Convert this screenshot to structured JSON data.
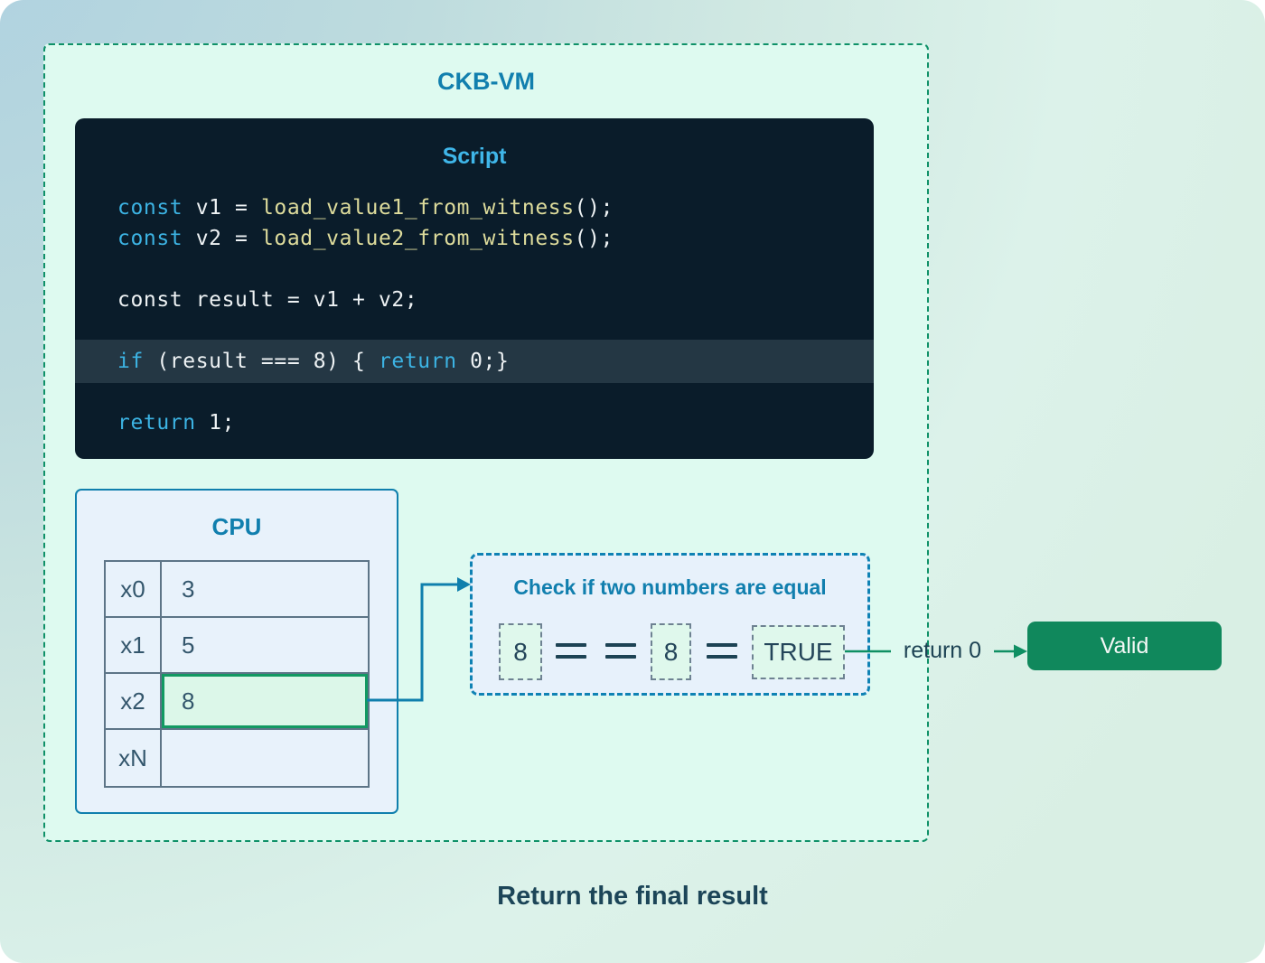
{
  "page": {
    "vm_title": "CKB-VM",
    "caption": "Return the final result"
  },
  "script_block": {
    "title": "Script",
    "lines": [
      {
        "highlight": false,
        "tokens": [
          {
            "text": "const",
            "type": "kw"
          },
          {
            "text": " v1 = ",
            "type": "plain"
          },
          {
            "text": "load_value1_from_witness",
            "type": "fn"
          },
          {
            "text": "();",
            "type": "plain"
          }
        ]
      },
      {
        "highlight": false,
        "tokens": [
          {
            "text": "const",
            "type": "kw"
          },
          {
            "text": " v2 = ",
            "type": "plain"
          },
          {
            "text": "load_value2_from_witness",
            "type": "fn"
          },
          {
            "text": "();",
            "type": "plain"
          }
        ]
      },
      {
        "blank": true
      },
      {
        "highlight": false,
        "tokens": [
          {
            "text": "const result = v1 + v2;",
            "type": "plain"
          }
        ]
      },
      {
        "blank": true
      },
      {
        "highlight": true,
        "tokens": [
          {
            "text": "if",
            "type": "kw"
          },
          {
            "text": " (result === 8) { ",
            "type": "plain"
          },
          {
            "text": "return",
            "type": "kw"
          },
          {
            "text": " 0;}",
            "type": "plain"
          }
        ]
      },
      {
        "blank": true
      },
      {
        "highlight": false,
        "tokens": [
          {
            "text": "return",
            "type": "kw"
          },
          {
            "text": " 1;",
            "type": "plain"
          }
        ]
      }
    ]
  },
  "cpu": {
    "title": "CPU",
    "registers": [
      {
        "name": "x0",
        "value": "3",
        "highlight": false
      },
      {
        "name": "x1",
        "value": "5",
        "highlight": false
      },
      {
        "name": "x2",
        "value": "8",
        "highlight": true
      },
      {
        "name": "xN",
        "value": "",
        "highlight": false
      }
    ]
  },
  "check": {
    "title": "Check if two numbers are equal",
    "left_operand": "8",
    "right_operand": "8",
    "result": "TRUE"
  },
  "flow": {
    "return_label": "return 0",
    "valid_label": "Valid"
  },
  "colors": {
    "vm_border_green": "#0f9168",
    "vm_fill_mint": "#defaf0",
    "accent_blue": "#0f7fad",
    "title_teal": "#117fae",
    "script_title_blue": "#3fb6e9",
    "code_background": "#0a1c2a",
    "code_highlight_row": "#243744",
    "code_keyword": "#3cb3e3",
    "code_function": "#dedc9c",
    "code_text": "#eef2f4",
    "register_highlight_green": "#129962",
    "register_highlight_fill": "#dcf7e9",
    "valid_green": "#10885c",
    "navy_text": "#1d4354"
  }
}
